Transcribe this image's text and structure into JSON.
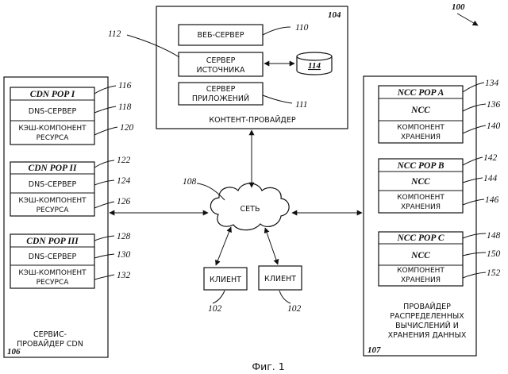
{
  "figure": {
    "ref": "100",
    "caption": "Фиг. 1"
  },
  "content_provider": {
    "ref": "104",
    "label": "КОНТЕНТ-ПРОВАЙДЕР",
    "web_server": {
      "label": "ВЕБ-СЕРВЕР",
      "ref": "110"
    },
    "origin_server": {
      "label_line1": "СЕРВЕР",
      "label_line2": "ИСТОЧНИКА",
      "ref": "112"
    },
    "storage": {
      "ref": "114"
    },
    "app_server": {
      "label_line1": "СЕРВЕР",
      "label_line2": "ПРИЛОЖЕНИЙ",
      "ref": "111"
    }
  },
  "network": {
    "label": "СЕТЬ",
    "ref": "108"
  },
  "clients": [
    {
      "label": "КЛИЕНТ",
      "ref": "102"
    },
    {
      "label": "КЛИЕНТ",
      "ref": "102"
    }
  ],
  "cdn_provider": {
    "ref": "106",
    "label_line1": "СЕРВИС-",
    "label_line2": "ПРОВАЙДЕР CDN",
    "pops": [
      {
        "title": "CDN POP I",
        "title_ref": "116",
        "dns": "DNS-СЕРВЕР",
        "dns_ref": "118",
        "cache_line1": "КЭШ-КОМПОНЕНТ",
        "cache_line2": "РЕСУРСА",
        "cache_ref": "120"
      },
      {
        "title": "CDN POP II",
        "title_ref": "122",
        "dns": "DNS-СЕРВЕР",
        "dns_ref": "124",
        "cache_line1": "КЭШ-КОМПОНЕНТ",
        "cache_line2": "РЕСУРСА",
        "cache_ref": "126"
      },
      {
        "title": "CDN POP III",
        "title_ref": "128",
        "dns": "DNS-СЕРВЕР",
        "dns_ref": "130",
        "cache_line1": "КЭШ-КОМПОНЕНТ",
        "cache_line2": "РЕСУРСА",
        "cache_ref": "132"
      }
    ]
  },
  "ncc_provider": {
    "ref": "107",
    "label_line1": "ПРОВАЙДЕР",
    "label_line2": "РАСПРЕДЕЛЕННЫХ",
    "label_line3": "ВЫЧИСЛЕНИЙ И",
    "label_line4": "ХРАНЕНИЯ ДАННЫХ",
    "pops": [
      {
        "title": "NCC POP A",
        "title_ref": "134",
        "ncc": "NCC",
        "ncc_ref": "136",
        "storage_line1": "КОМПОНЕНТ",
        "storage_line2": "ХРАНЕНИЯ",
        "storage_ref": "140"
      },
      {
        "title": "NCC POP B",
        "title_ref": "142",
        "ncc": "NCC",
        "ncc_ref": "144",
        "storage_line1": "КОМПОНЕНТ",
        "storage_line2": "ХРАНЕНИЯ",
        "storage_ref": "146"
      },
      {
        "title": "NCC POP C",
        "title_ref": "148",
        "ncc": "NCC",
        "ncc_ref": "150",
        "storage_line1": "КОМПОНЕНТ",
        "storage_line2": "ХРАНЕНИЯ",
        "storage_ref": "152"
      }
    ]
  }
}
